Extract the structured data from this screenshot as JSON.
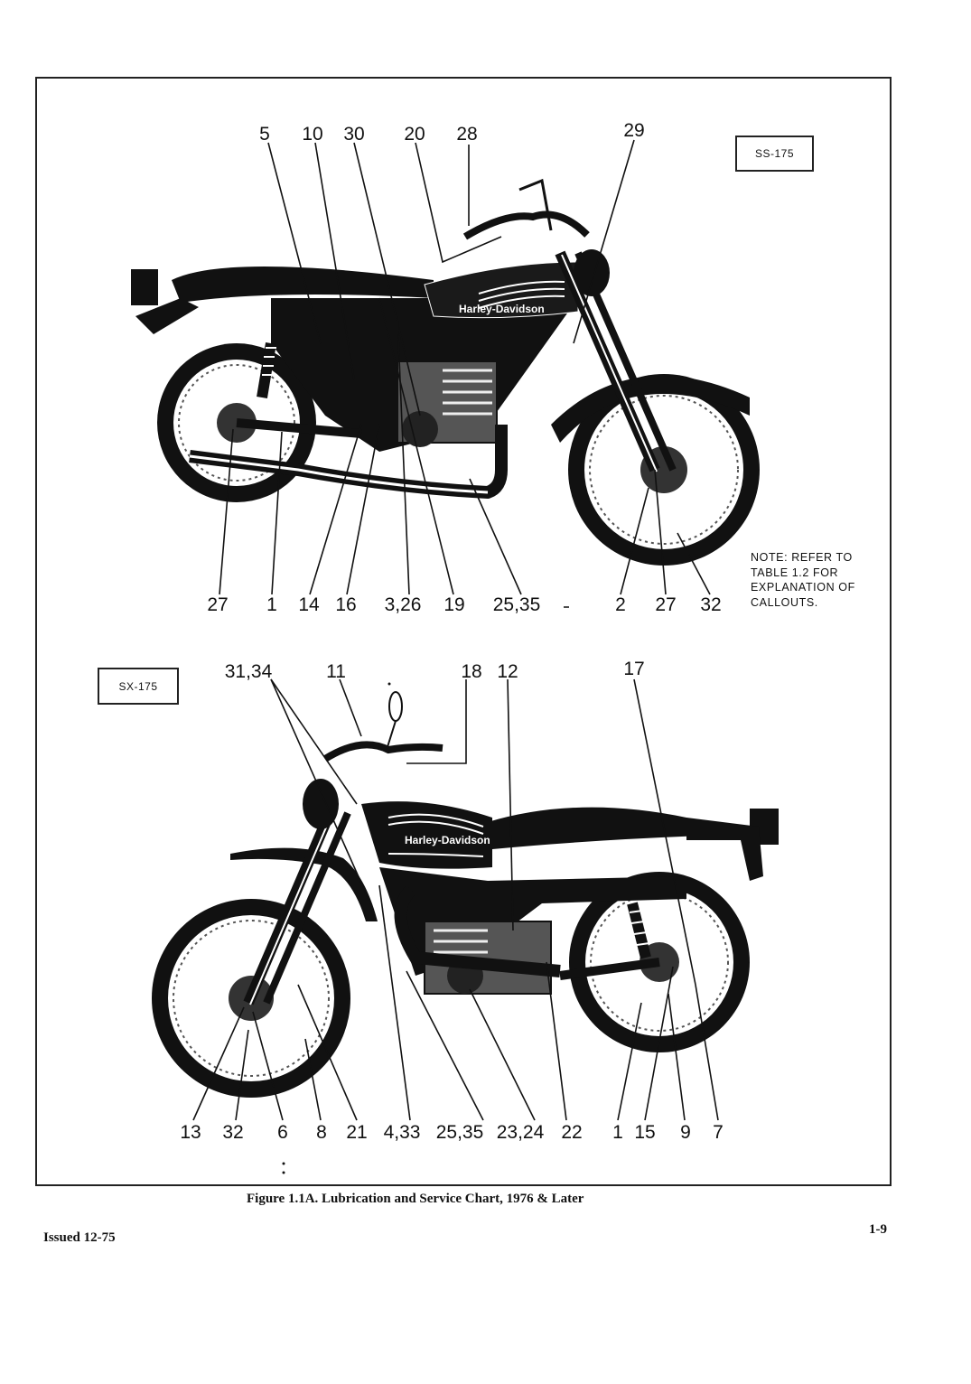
{
  "top": {
    "model_label": "SS-175",
    "callouts_top": [
      "5",
      "10",
      "30",
      "20",
      "28",
      "29"
    ],
    "callouts_bottom": [
      "27",
      "1",
      "14",
      "16",
      "3,26",
      "19",
      "25,35",
      "2",
      "27",
      "32"
    ],
    "logo": "Harley-Davidson"
  },
  "note": {
    "lines": [
      "NOTE: REFER TO",
      "TABLE 1.2 FOR",
      "EXPLANATION OF",
      "CALLOUTS."
    ]
  },
  "bottom": {
    "model_label": "SX-175",
    "callouts_top": [
      "31,34",
      "11",
      "18",
      "12",
      "17"
    ],
    "callouts_bottom": [
      "13",
      "32",
      "6",
      "8",
      "21",
      "4,33",
      "25,35",
      "23,24",
      "22",
      "1",
      "15",
      "9",
      "7"
    ],
    "logo": "Harley-Davidson"
  },
  "caption": "Figure 1.1A. Lubrication and Service Chart, 1976 & Later",
  "footer": {
    "issued": "Issued  12-75",
    "page": "1-9"
  },
  "colors": {
    "ink": "#111111",
    "paper": "#ffffff"
  }
}
